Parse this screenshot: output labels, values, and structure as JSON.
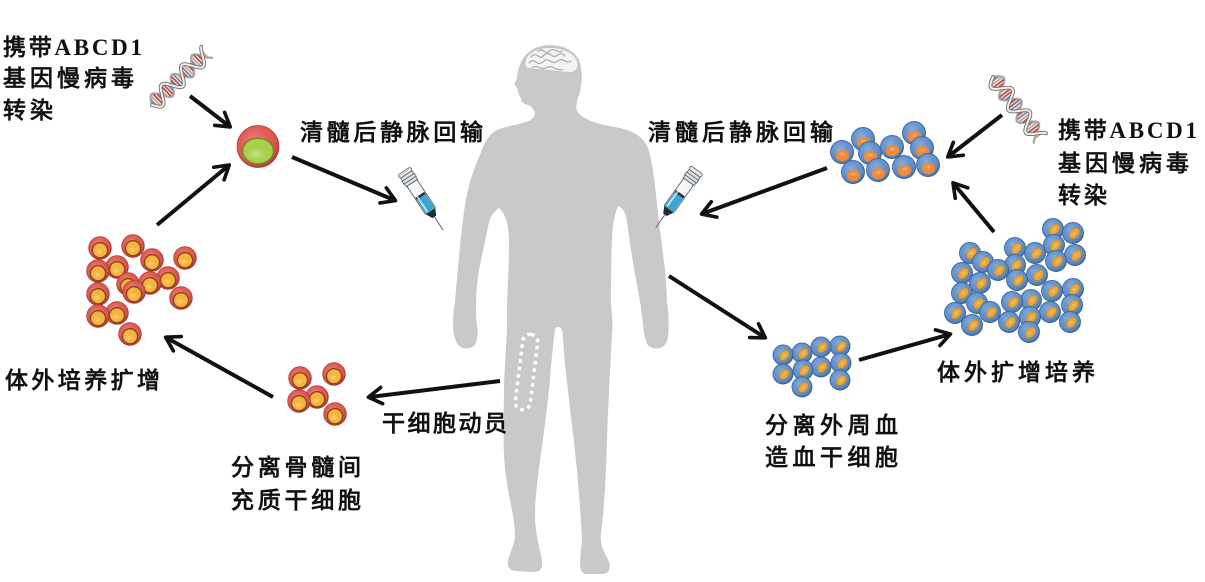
{
  "left_pathway": {
    "transduction_label": [
      "携带ABCD1",
      "基因慢病毒",
      "转染"
    ],
    "infusion_label": "清髓后静脉回输",
    "expansion_label": "体外培养扩增",
    "mobilization_label": "干细胞动员",
    "isolation_label": [
      "分离骨髓间",
      "充质干细胞"
    ]
  },
  "right_pathway": {
    "infusion_label": "清髓后静脉回输",
    "transduction_label": [
      "携带ABCD1",
      "基因慢病毒",
      "转染"
    ],
    "expansion_label": "体外扩增培养",
    "isolation_label": [
      "分离外周血",
      "造血干细胞"
    ]
  },
  "icons": {
    "gene_vector": "dna-helix-icon",
    "infusion": "syringe-icon",
    "patient": "human-silhouette-icon",
    "brain": "brain-icon",
    "bone_marrow_site": "dotted-outline-icon"
  },
  "colors": {
    "msc_cell_membrane": "#e0504a",
    "msc_cell_nucleus": "#f6b33d",
    "transduced_msc_nucleus": "#a8d04b",
    "hsc_cell_membrane": "#5b8dcb",
    "hsc_cell_nucleus": "#e9a536",
    "transduced_hsc_nucleus": "#ef8a3b",
    "body_silhouette": "#c9c9c9",
    "arrow": "#111111",
    "label_text": "#111111",
    "syringe_liquid": "#3aa5cf"
  }
}
